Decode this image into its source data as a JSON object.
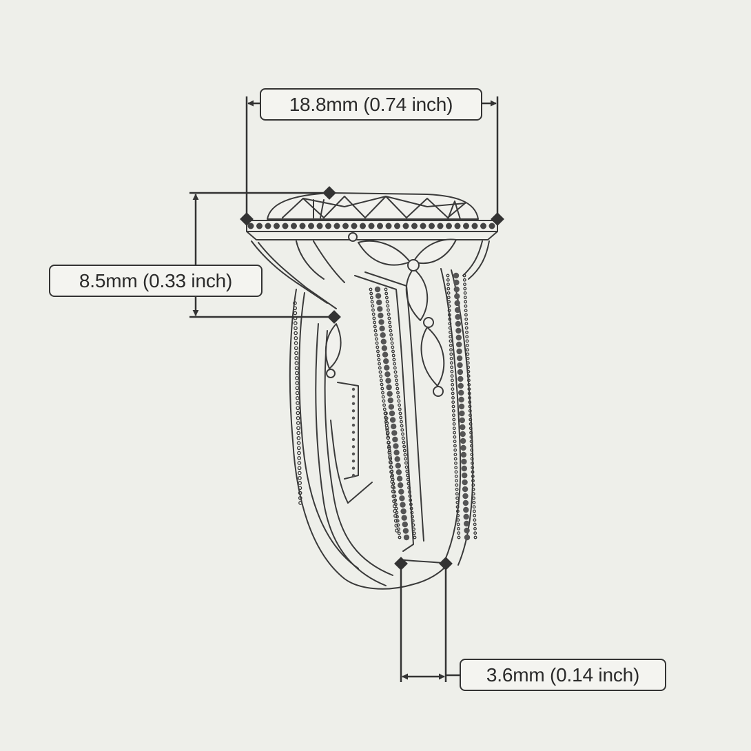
{
  "diagram": {
    "dimensions": {
      "width": {
        "label": "18.8mm (0.74 inch)"
      },
      "height": {
        "label": "8.5mm (0.33 inch)"
      },
      "band": {
        "label": "3.6mm (0.14 inch)"
      }
    },
    "colors": {
      "background": "#eeefea",
      "line": "#333333",
      "label_fill": "#f4f4f0",
      "text": "#2b2b2b"
    }
  }
}
